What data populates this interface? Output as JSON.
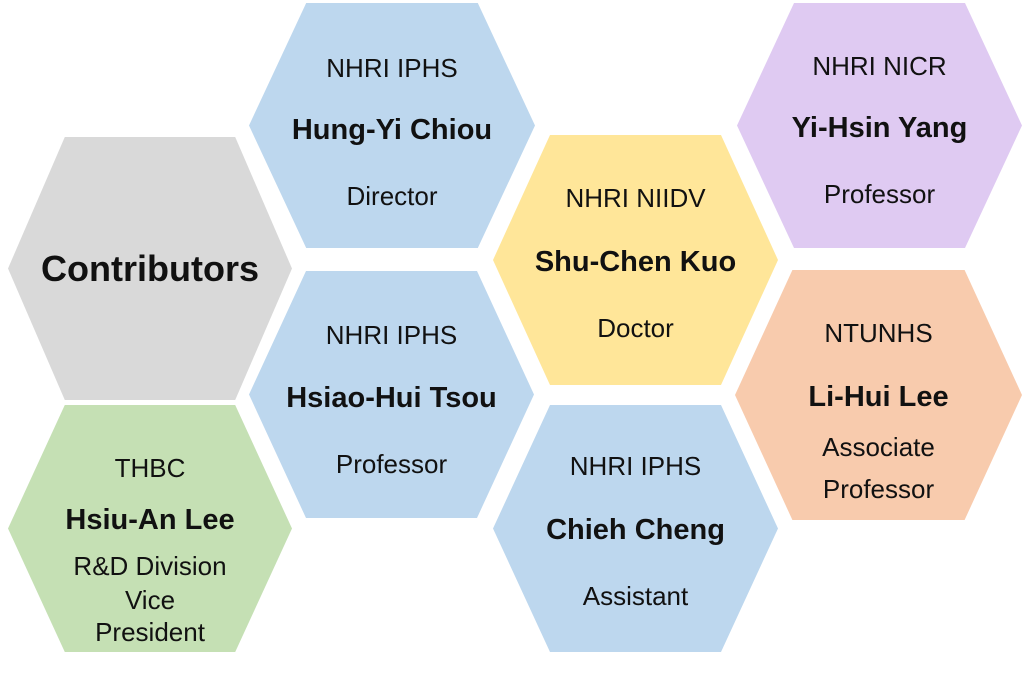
{
  "title": "Contributors",
  "colors": {
    "gray": "#d9d9d9",
    "blue": "#bdd7ee",
    "yellow": "#ffe699",
    "purple": "#dfcaf2",
    "orange": "#f8cbad",
    "green": "#c5e0b4"
  },
  "contributors": [
    {
      "org": "NHRI IPHS",
      "name": "Hung-Yi Chiou",
      "role": [
        "Director"
      ]
    },
    {
      "org": "NHRI IPHS",
      "name": "Hsiao-Hui Tsou",
      "role": [
        "Professor"
      ]
    },
    {
      "org": "NHRI NIIDV",
      "name": "Shu-Chen Kuo",
      "role": [
        "Doctor"
      ]
    },
    {
      "org": "NHRI IPHS",
      "name": "Chieh Cheng",
      "role": [
        "Assistant"
      ]
    },
    {
      "org": "NHRI NICR",
      "name": "Yi-Hsin Yang",
      "role": [
        "Professor"
      ]
    },
    {
      "org": "NTUNHS",
      "name": "Li-Hui Lee",
      "role": [
        "Associate",
        "Professor"
      ]
    },
    {
      "org": "THBC",
      "name": "Hsiu-An Lee",
      "role": [
        "R&D Division",
        "Vice",
        "President"
      ]
    }
  ]
}
